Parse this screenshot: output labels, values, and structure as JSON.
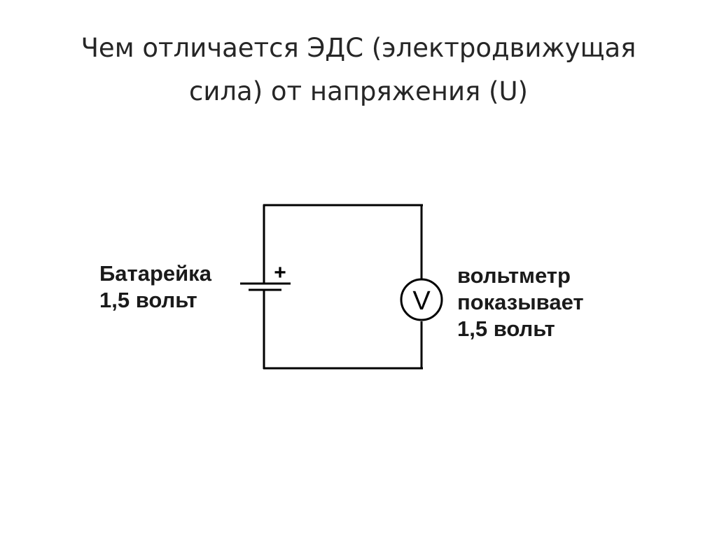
{
  "slide": {
    "title_line1": "Чем отличается ЭДС (электродвижущая",
    "title_line2": "сила) от напряжения (U)"
  },
  "circuit": {
    "battery": {
      "label_line1": "Батарейка",
      "label_line2": "1,5 вольт",
      "polarity_symbol": "+"
    },
    "voltmeter": {
      "symbol": "V",
      "label_line1": "вольтметр",
      "label_line2": "показывает",
      "label_line3": "1,5 вольт"
    },
    "wire_color": "#000000"
  }
}
